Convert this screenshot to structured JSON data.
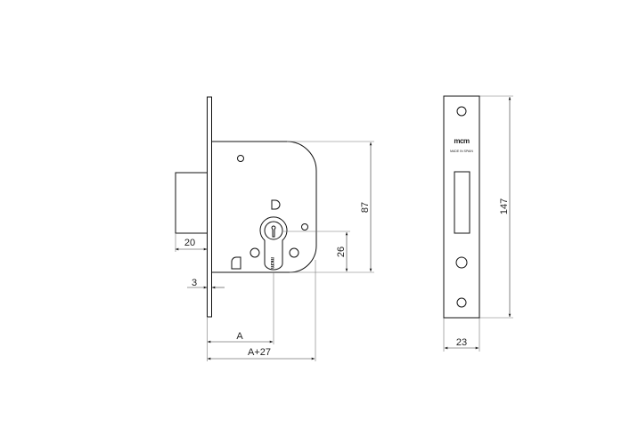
{
  "lock_view": {
    "dimensions": {
      "bolt_projection": "20",
      "faceplate_thickness": "3",
      "body_height": "87",
      "cylinder_height": "26",
      "backset": "A",
      "body_depth": "A+27"
    },
    "cylinder_brand": "mcm"
  },
  "strike_view": {
    "brand": "mcm",
    "made_in": "MADE IN SPAIN",
    "dimensions": {
      "height": "147",
      "width": "23"
    }
  }
}
